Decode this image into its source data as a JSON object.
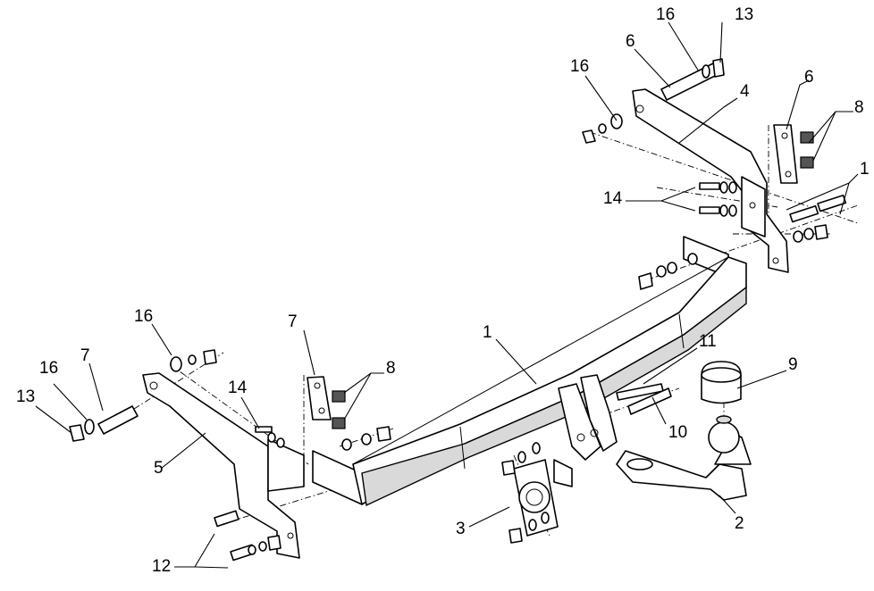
{
  "callouts": [
    {
      "id": "c1-top",
      "text": "1"
    },
    {
      "id": "c1-mid",
      "text": "1"
    },
    {
      "id": "c2",
      "text": "2"
    },
    {
      "id": "c3",
      "text": "3"
    },
    {
      "id": "c4",
      "text": "4"
    },
    {
      "id": "c5",
      "text": "5"
    },
    {
      "id": "c6-right",
      "text": "6"
    },
    {
      "id": "c6-left",
      "text": "6"
    },
    {
      "id": "c7-right",
      "text": "7"
    },
    {
      "id": "c7-left",
      "text": "7"
    },
    {
      "id": "c8-right",
      "text": "8"
    },
    {
      "id": "c8-left",
      "text": "8"
    },
    {
      "id": "c9",
      "text": "9"
    },
    {
      "id": "c10",
      "text": "10"
    },
    {
      "id": "c11",
      "text": "11"
    },
    {
      "id": "c12",
      "text": "12"
    },
    {
      "id": "c13-right",
      "text": "13"
    },
    {
      "id": "c13-left",
      "text": "13"
    },
    {
      "id": "c14-right",
      "text": "14"
    },
    {
      "id": "c14-left",
      "text": "14"
    },
    {
      "id": "c16-right-top",
      "text": "16"
    },
    {
      "id": "c16-right-washer",
      "text": "16"
    },
    {
      "id": "c16-left-top",
      "text": "16"
    },
    {
      "id": "c16-left-washer",
      "text": "16"
    }
  ]
}
